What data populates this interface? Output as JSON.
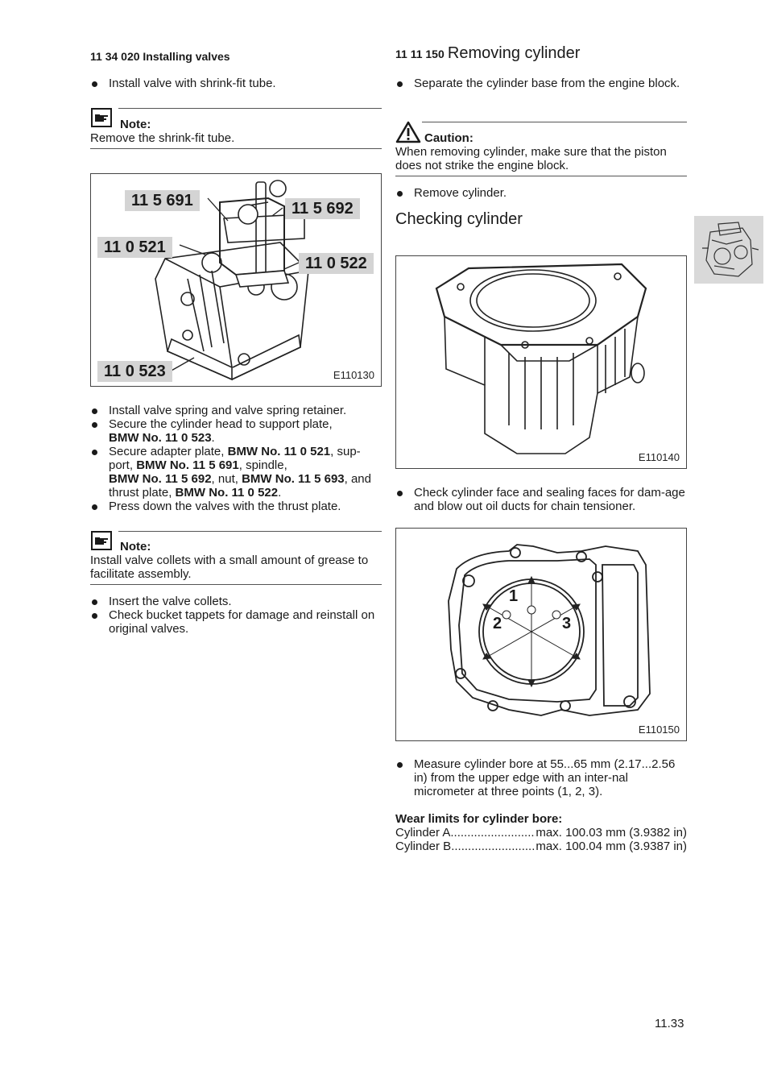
{
  "left": {
    "install_valves": {
      "heading": "11 34 020 Installing valves",
      "step1": "Install valve with shrink-fit tube.",
      "note_title": "Note:",
      "note_text": "Remove the shrink-fit tube."
    },
    "figure1": {
      "code": "E110130",
      "labels": [
        "11 5 691",
        "11 5 692",
        "11 0 521",
        "11 0 522",
        "11 0 523"
      ]
    },
    "steps2": [
      "Install valve spring and valve spring retainer.",
      "Secure the cylinder head to support plate,",
      "BMW No. 11 0 523",
      "Secure adapter plate, ",
      "BMW No. 11 0 521",
      ", sup-port, ",
      "BMW No. 11 5 691",
      ", spindle,",
      "BMW No. 11 5 692",
      ", nut, ",
      "BMW No. 11 5 693",
      ", and thrust plate, ",
      "BMW No. 11 0 522",
      "Press down the valves with the thrust plate."
    ],
    "note2_title": "Note:",
    "note2_text": "Install valve collets with a small amount of grease to facilitate assembly.",
    "steps3": [
      "Insert the valve collets.",
      "Check bucket tappets for damage and reinstall on original valves."
    ]
  },
  "right": {
    "removing": {
      "heading_num": "11 11 150",
      "heading_text": "Removing cylinder",
      "step1": "Separate the cylinder base from the engine block.",
      "caution_title": "Caution:",
      "caution_text": "When removing cylinder, make sure that the piston does not strike the engine block.",
      "step2": "Remove cylinder."
    },
    "checking": {
      "heading": "Checking cylinder",
      "fig_code": "E110140",
      "step1": "Check cylinder face and sealing faces for dam-age and blow out oil ducts for chain tensioner.",
      "fig2_code": "E110150",
      "fig2_points": [
        "1",
        "2",
        "3"
      ],
      "step2": "Measure cylinder bore at 55...65 mm (2.17...2.56 in) from the upper edge with an inter-nal micrometer at three points (1, 2, 3).",
      "wear_heading": "Wear limits for cylinder bore:",
      "wear_rows": [
        {
          "label": "Cylinder A",
          "value": "max. 100.03 mm (3.9382 in)"
        },
        {
          "label": "Cylinder B",
          "value": "max. 100.04 mm (3.9387 in)"
        }
      ]
    }
  },
  "page_number": "11.33"
}
